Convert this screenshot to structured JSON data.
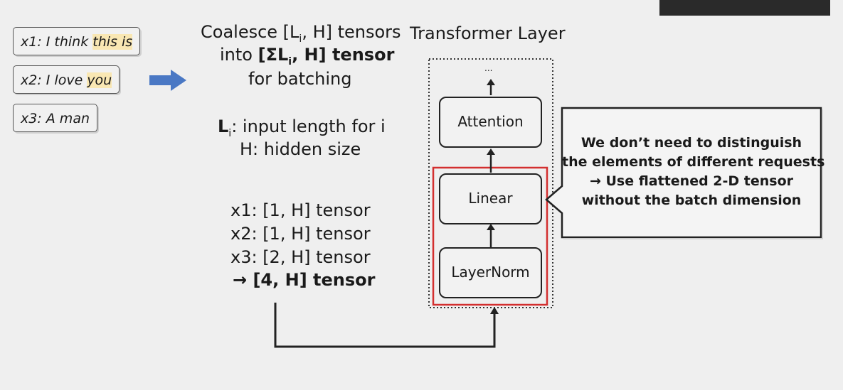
{
  "requests": [
    {
      "prefix": "x1: I think ",
      "highlight": "this is"
    },
    {
      "prefix": "x2: I love ",
      "highlight": "you"
    },
    {
      "prefix": "x3: A man",
      "highlight": ""
    }
  ],
  "coalesce": {
    "line1_a": "Coalesce [L",
    "line1_sub": "i",
    "line1_b": ", H] tensors",
    "line2_a": "into ",
    "line2_bold_a": "[ΣL",
    "line2_bold_sub": "i",
    "line2_bold_b": ", H] tensor",
    "line3": "for batching"
  },
  "legend": {
    "li_main": "L",
    "li_sub": "i",
    "li_text": ": input length for i",
    "h_text": "H: hidden size"
  },
  "tensors": {
    "rows": [
      "x1: [1, H] tensor",
      "x2: [1, H] tensor",
      "x3: [2, H] tensor"
    ],
    "result": "→ [4, H] tensor"
  },
  "transformer": {
    "title": "Transformer Layer",
    "ellipsis": "...",
    "attention": "Attention",
    "linear": "Linear",
    "layernorm": "LayerNorm"
  },
  "callout": {
    "lines": [
      "We don’t need to distinguish",
      "the elements of different requests",
      "→ Use flattened 2-D tensor",
      "without the batch dimension"
    ]
  },
  "colors": {
    "arrow_blue": "#4a78c4",
    "highlight": "#f9e7b3",
    "red_box": "#d32f2f"
  }
}
